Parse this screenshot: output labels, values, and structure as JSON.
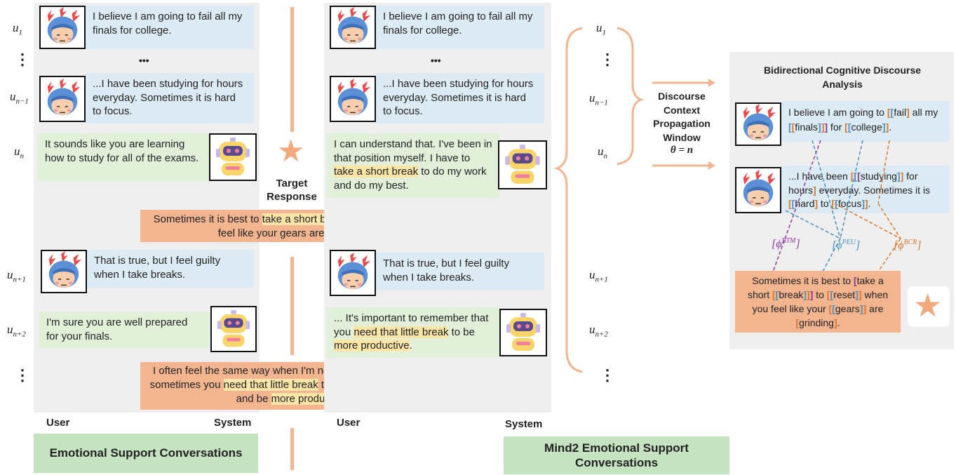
{
  "utterance_labels": {
    "u1": "u",
    "u1_sub": "1",
    "vdots": "⋮",
    "un1": "u",
    "un1_sub": "n−1",
    "un": "u",
    "un_sub": "n",
    "unp1": "u",
    "unp1_sub": "n+1",
    "unp2": "u",
    "unp2_sub": "n+2"
  },
  "left_panel": {
    "u1_text": "I believe I am going to fail all my finals for college.",
    "ellipsis": "•••",
    "un1_text": "...I have been studying for hours everyday. Sometimes it is hard to focus.",
    "un_text": "It sounds like you are learning how to study for all of the exams.",
    "unp1_text": "That is true, but I feel guilty when I take breaks.",
    "unp2_text": "I'm sure you are well prepared for your finals.",
    "user_label": "User",
    "system_label": "System",
    "title": "Emotional Support Conversations"
  },
  "center": {
    "target_label": "Target Response",
    "response1_parts": [
      "Sometimes it is best to ",
      "take a short break",
      " to reset when you feel like  your gears are grinding."
    ],
    "response2_parts": [
      "I often feel the same way when I'm not busy doing work. But sometimes you ",
      "need that little break",
      " to get back into the zone and be ",
      "more productive",
      "."
    ]
  },
  "right_panel": {
    "u1_text": "I believe I am going to fail all my finals for college.",
    "ellipsis": "•••",
    "un1_text": "...I have been studying for hours everyday. Sometimes it is hard to focus.",
    "un_parts": [
      "I can understand that. I've been in that position myself. I have to ",
      "take a short break",
      " to do my work and do my best."
    ],
    "unp1_text": "That is true, but I feel guilty when I take breaks.",
    "unp2_parts": [
      "... It's important to remember that you ",
      "need that little break",
      " to be ",
      "more productive",
      "."
    ],
    "user_label": "User",
    "system_label": "System",
    "title": "Mind2 Emotional Support Conversations"
  },
  "window": {
    "label": "Discourse Context Propagation Window",
    "theta": "θ = n"
  },
  "bcda": {
    "title": "Bidirectional Cognitive Discourse Analysis",
    "phi_btm": "[ϕ",
    "phi_btm_sup": "BTM",
    "phi_peu": "[ϕ",
    "phi_peu_sup": "PEU",
    "phi_bcr": "[ϕ",
    "phi_bcr_sup": "BCR",
    "close": "]"
  },
  "colors": {
    "user_bubble": "#dcebf4",
    "system_bubble": "#e2f0d9",
    "response": "#f2b58f",
    "highlight": "#fbe6a8",
    "star": "#f2a97e",
    "title_box": "#c5e3c1",
    "btm": "#8b3a9a",
    "peu": "#4c8fc0",
    "bcr": "#d8792f"
  }
}
